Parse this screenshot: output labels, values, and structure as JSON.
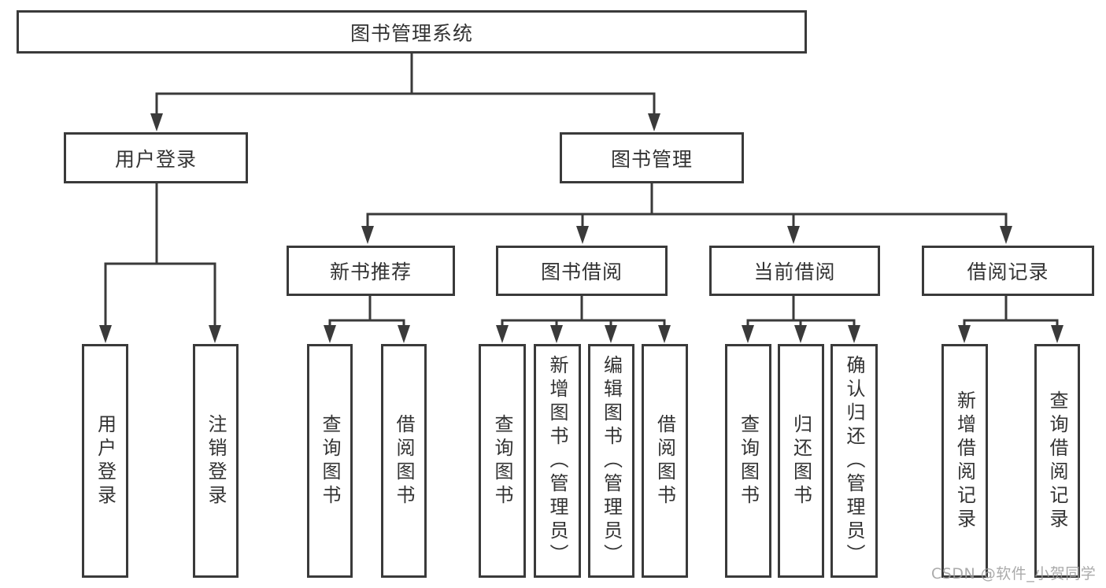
{
  "diagram": {
    "title": "图书管理系统",
    "level2": [
      {
        "label": "用户登录"
      },
      {
        "label": "图书管理"
      }
    ],
    "level3": [
      {
        "label": "新书推荐"
      },
      {
        "label": "图书借阅"
      },
      {
        "label": "当前借阅"
      },
      {
        "label": "借阅记录"
      }
    ],
    "leaves": [
      {
        "label": "用户登录"
      },
      {
        "label": "注销登录"
      },
      {
        "label": "查询图书"
      },
      {
        "label": "借阅图书"
      },
      {
        "label": "查询图书"
      },
      {
        "label": "新增图书（管理员）"
      },
      {
        "label": "编辑图书（管理员）"
      },
      {
        "label": "借阅图书"
      },
      {
        "label": "查询图书"
      },
      {
        "label": "归还图书"
      },
      {
        "label": "确认归还（管理员）"
      },
      {
        "label": "新增借阅记录"
      },
      {
        "label": "查询借阅记录"
      }
    ],
    "watermark": "CSDN @软件_小贺同学",
    "colors": {
      "line": "#3a3a3a",
      "text": "#333333",
      "watermark": "#9c9c9c",
      "background": "#ffffff"
    }
  }
}
